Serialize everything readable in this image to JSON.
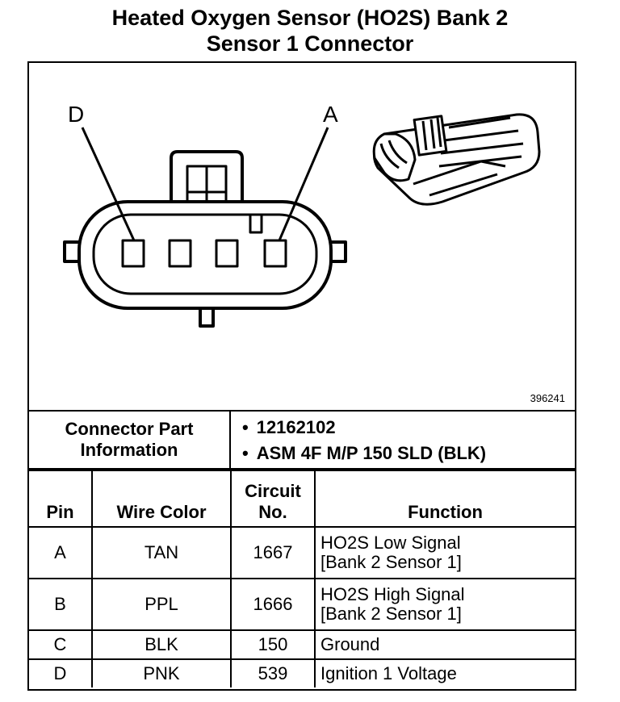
{
  "title": {
    "line1": "Heated Oxygen Sensor (HO2S) Bank 2",
    "line2": "Sensor 1 Connector"
  },
  "diagram": {
    "pin_labels": {
      "left": "D",
      "right": "A"
    },
    "figure_number": "396241"
  },
  "connector_part": {
    "label_line1": "Connector Part",
    "label_line2": "Information",
    "items": [
      "12162102",
      "ASM 4F M/P 150 SLD (BLK)"
    ]
  },
  "table": {
    "headers": {
      "pin": "Pin",
      "wire_color": "Wire Color",
      "circuit_line1": "Circuit",
      "circuit_line2": "No.",
      "function": "Function"
    },
    "rows": [
      {
        "pin": "A",
        "wire_color": "TAN",
        "circuit": "1667",
        "function_line1": "HO2S Low Signal",
        "function_line2": "[Bank 2 Sensor 1]"
      },
      {
        "pin": "B",
        "wire_color": "PPL",
        "circuit": "1666",
        "function_line1": "HO2S High Signal",
        "function_line2": "[Bank 2 Sensor 1]"
      },
      {
        "pin": "C",
        "wire_color": "BLK",
        "circuit": "150",
        "function_line1": "Ground",
        "function_line2": ""
      },
      {
        "pin": "D",
        "wire_color": "PNK",
        "circuit": "539",
        "function_line1": "Ignition 1 Voltage",
        "function_line2": ""
      }
    ]
  }
}
